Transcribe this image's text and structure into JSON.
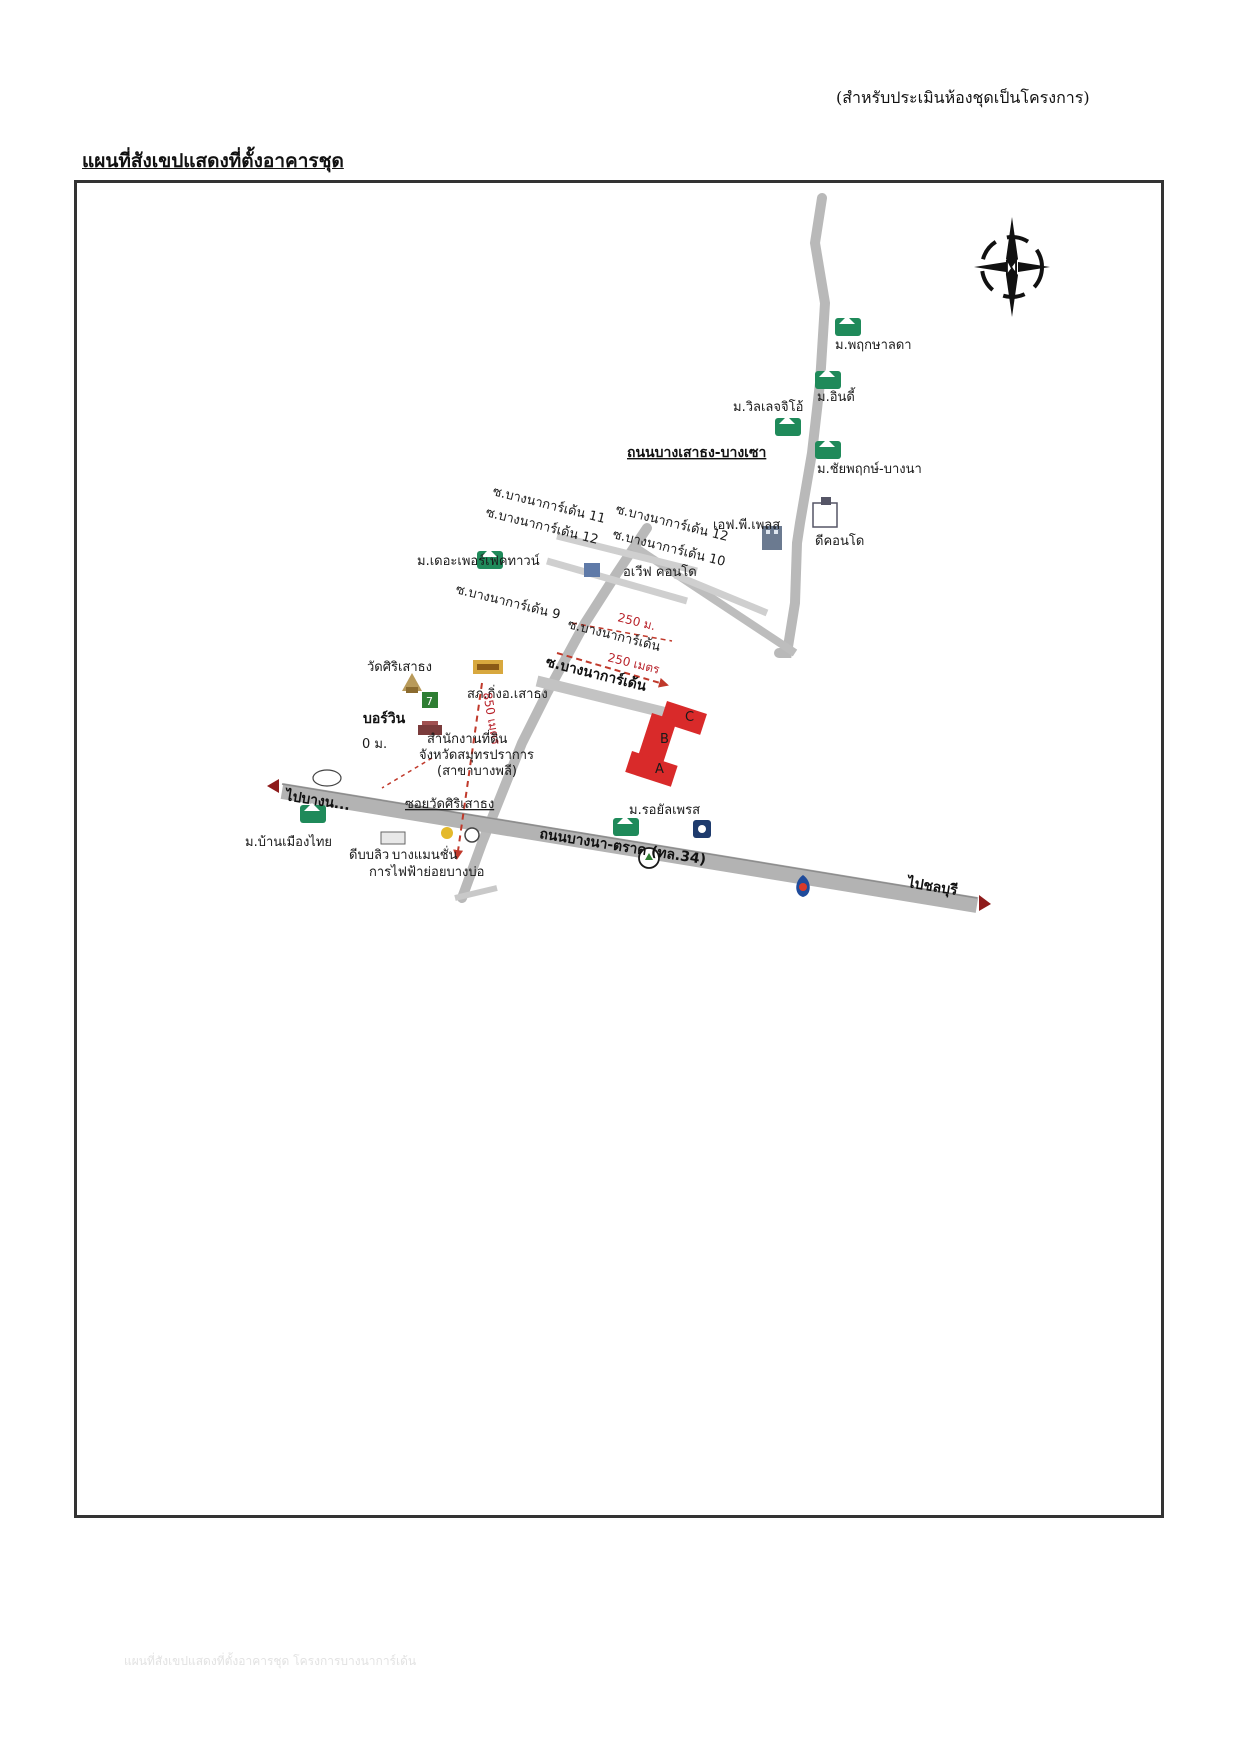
{
  "page": {
    "note": "(สำหรับประเมินห้องชุดเป็นโครงการ)",
    "title": "แผนที่สังเขปแสดงที่ตั้งอาคารชุด"
  },
  "map": {
    "compass_letter": "N",
    "roads": {
      "bangsaothong_bangsao": "ถนนบางเสาธง-บางเซา",
      "bangna_trat": "ถนนบางนา-ตราด (ทล.34)",
      "soi_wat_siri": "ซอยวัดศิริเสาธง",
      "to_bangna": "ไปบางน...",
      "to_chonburi": "ไปชลบุรี",
      "soi_11": "ซ.บางนาการ์เด้น 11",
      "soi_12": "ซ.บางนาการ์เด้น 12",
      "soi_12b": "ซ.บางนาการ์เด้น 12",
      "soi_10": "ซ.บางนาการ์เด้น 10",
      "soi_9": "ซ.บางนาการ์เด้น 9",
      "soi_garden": "ซ.บางนาการ์เด้น",
      "soi_garden_2": "ซ.บางนาการ์เด้น"
    },
    "distances": {
      "d1": "250 ม.",
      "d2": "250 เมตร",
      "d3": "850 เมตร",
      "d4": "0 ม."
    },
    "places": {
      "phruksa_lada": "ม.พฤกษาลดา",
      "indy": "ม.อินดี้",
      "village_geo": "ม.วิลเลจจิโอ้",
      "chaiyaphruek": "ม.ชัยพฤกษ์-บางนา",
      "fp_place": "เอฟ.พี.เพลส",
      "d_condo": "ดีคอนโด",
      "perfect_town": "ม.เดอะเพอร์เฟคทาวน์",
      "aviv_condo": "อเวีฟ คอนโด",
      "wat_siri": "วัดศิริเสาธง",
      "police": "สภ.กิ่งอ.เสาธง",
      "land_office_1": "สำนักงานที่ดิน",
      "land_office_2": "จังหวัดสมุทรปราการ",
      "land_office_3": "(สาขาบางพลี)",
      "border": "บอร์วิน",
      "ban_muang_thai": "ม.บ้านเมืองไทย",
      "royal_pet": "ม.รอยัลเพรส",
      "dibbs": "ดีบบลิว",
      "bangna_man": "บางแมนชั่น",
      "pea": "การไฟฟ้าย่อยบางบ่อ"
    },
    "buildings": [
      "A",
      "B",
      "C"
    ],
    "colors": {
      "road": "#c6c6c6",
      "road_edge": "#9a9a9a",
      "building": "#d92a2a",
      "dashed": "#c0392b",
      "icon_green": "#1f8a5a"
    }
  },
  "footer": {
    "faint_text": "แผนที่สังเขปแสดงที่ตั้งอาคารชุด โครงการบางนาการ์เด้น"
  }
}
